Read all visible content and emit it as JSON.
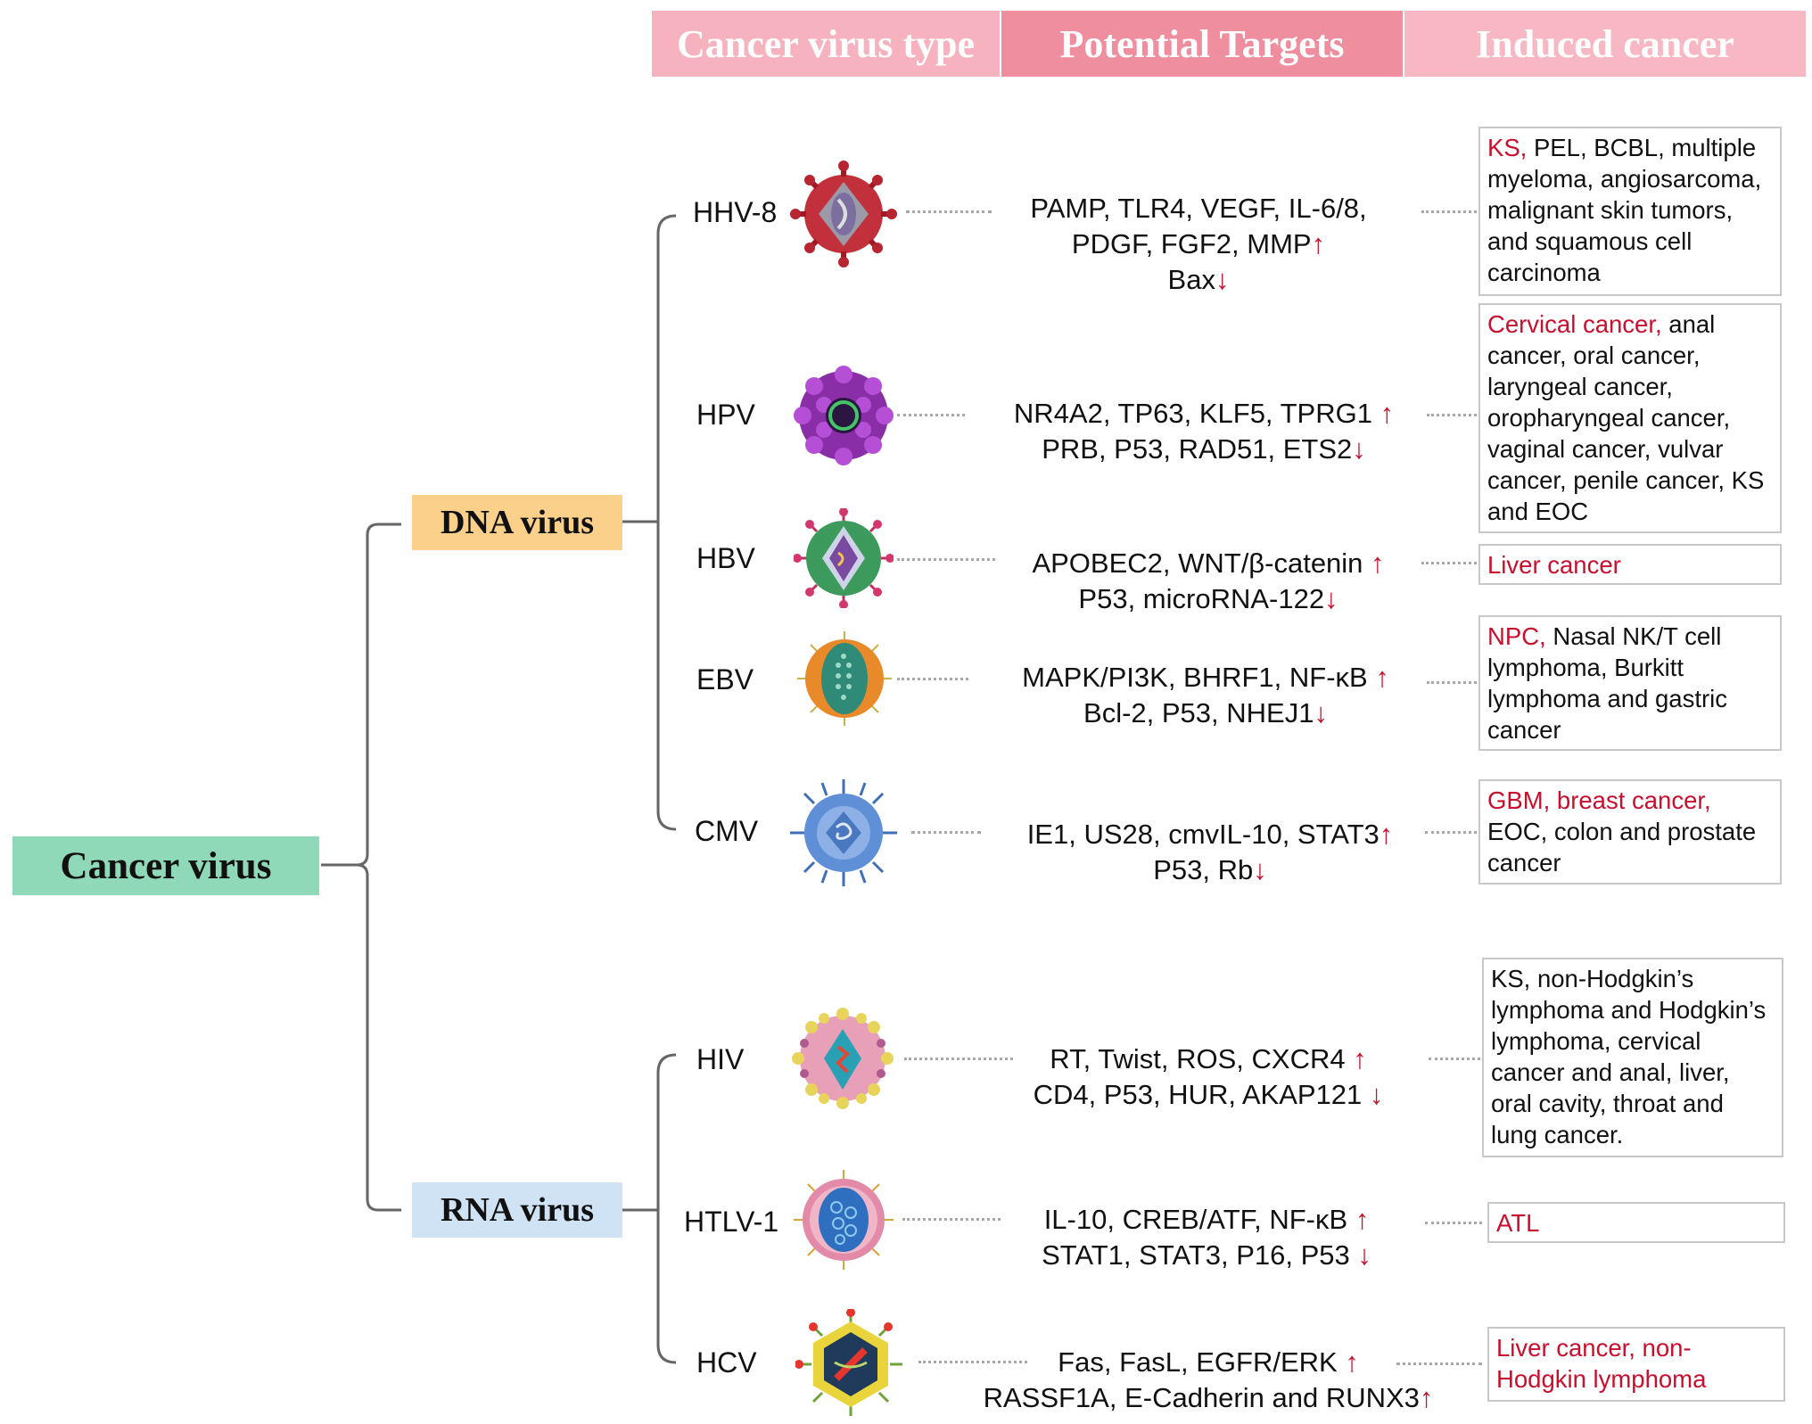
{
  "headers": {
    "col1": "Cancer virus type",
    "col2": "Potential Targets",
    "col3": "Induced cancer"
  },
  "root": "Cancer virus",
  "groups": {
    "dna": "DNA virus",
    "rna": "RNA virus"
  },
  "viruses": [
    {
      "name": "HHV-8",
      "icon": "hhv8-virus-icon",
      "targets_line1": "PAMP, TLR4, VEGF, IL-6/8,",
      "targets_line2": "PDGF, FGF2, MMP",
      "targets_line3": "Bax",
      "cancer_red": "KS,",
      "cancer_black": " PEL, BCBL, multiple myeloma, angiosarcoma, malignant skin tumors, and squamous cell carcinoma"
    },
    {
      "name": "HPV",
      "icon": "hpv-virus-icon",
      "targets_line1": "NR4A2, TP63, KLF5, TPRG1",
      "targets_line2": "PRB, P53, RAD51, ETS2",
      "cancer_red": "Cervical cancer,",
      "cancer_black": " anal cancer, oral cancer, laryngeal cancer, oropharyngeal cancer, vaginal cancer, vulvar cancer, penile cancer, KS and EOC"
    },
    {
      "name": "HBV",
      "icon": "hbv-virus-icon",
      "targets_line1": "APOBEC2, WNT/β-catenin",
      "targets_line2": "P53, microRNA-122",
      "cancer_red": "Liver cancer",
      "cancer_black": ""
    },
    {
      "name": "EBV",
      "icon": "ebv-virus-icon",
      "targets_line1": "MAPK/PI3K, BHRF1, NF-κB",
      "targets_line2": "Bcl-2, P53, NHEJ1",
      "cancer_red": "NPC,",
      "cancer_black": " Nasal NK/T cell lymphoma, Burkitt lymphoma and gastric cancer"
    },
    {
      "name": "CMV",
      "icon": "cmv-virus-icon",
      "targets_line1": "IE1, US28, cmvIL-10, STAT3",
      "targets_line2": "P53, Rb",
      "cancer_red": "GBM, breast cancer,",
      "cancer_black": " EOC, colon and prostate cancer"
    },
    {
      "name": "HIV",
      "icon": "hiv-virus-icon",
      "targets_line1": "RT, Twist, ROS, CXCR4",
      "targets_line2": "CD4, P53, HUR, AKAP121",
      "cancer_red": "",
      "cancer_black": "KS, non-Hodgkin’s lymphoma and Hodgkin’s lymphoma, cervical cancer and anal, liver, oral cavity, throat and lung cancer."
    },
    {
      "name": "HTLV-1",
      "icon": "htlv1-virus-icon",
      "targets_line1": "IL-10, CREB/ATF, NF-κB",
      "targets_line2": "STAT1, STAT3, P16, P53",
      "cancer_red": "ATL",
      "cancer_black": ""
    },
    {
      "name": "HCV",
      "icon": "hcv-virus-icon",
      "targets_line1": "Fas, FasL, EGFR/ERK",
      "targets_line2": "RASSF1A, E-Cadherin and RUNX3",
      "cancer_red": "Liver cancer, non-Hodgkin lymphoma",
      "cancer_black": ""
    }
  ],
  "arrows": {
    "up": "↑",
    "down": "↓"
  },
  "colors": {
    "header_col1": "#f6b3bf",
    "header_col2": "#ef8e9f",
    "header_col3": "#f7b8c3",
    "root_box": "#8fd9b8",
    "dna_box": "#fbd08a",
    "rna_box": "#cfe3f4",
    "arrow_red": "#c8102e",
    "connector": "#666666"
  }
}
